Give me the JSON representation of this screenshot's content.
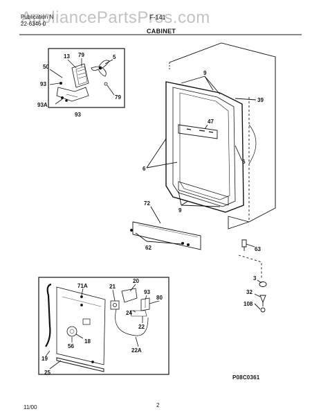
{
  "header": {
    "watermark": "AppliancePartsPros.com",
    "left_line1": "Publication N",
    "left_line2": "22-6346-0",
    "model": "F-141",
    "section_title": "CABINET"
  },
  "footer": {
    "date": "11/00",
    "page": "2",
    "drawing_code": "P08C0361"
  },
  "callouts": {
    "c13": "13",
    "c79a": "79",
    "c5": "5",
    "c50": "50",
    "c93a": "93",
    "c79b": "79",
    "c93A": "93A",
    "c93b": "93",
    "c9a": "9",
    "c39": "39",
    "c47": "47",
    "c6a": "6",
    "c6b": "6",
    "c72": "72",
    "c9b": "9",
    "c62": "62",
    "c63": "63",
    "c3": "3",
    "c32": "32",
    "c108": "108",
    "c71A": "71A",
    "c21": "21",
    "c20": "20",
    "c93c": "93",
    "c80": "80",
    "c24": "24",
    "c22a": "22",
    "c56": "56",
    "c18": "18",
    "c22A": "22A",
    "c19": "19",
    "c25": "25"
  }
}
